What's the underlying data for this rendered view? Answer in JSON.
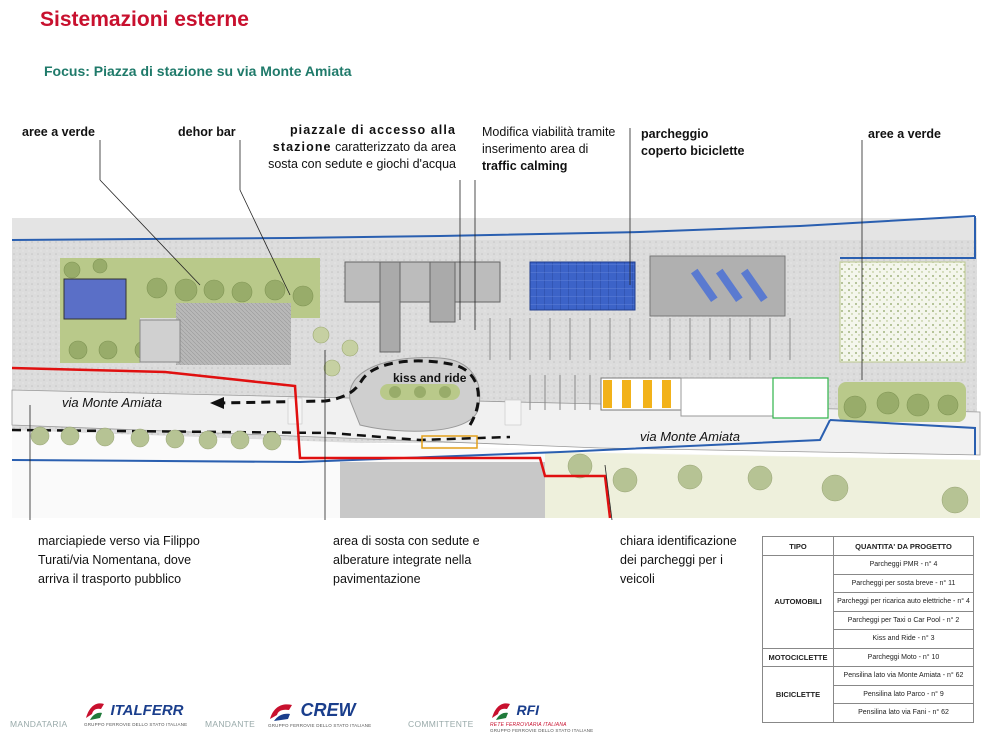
{
  "header": {
    "title": "Sistemazioni esterne",
    "subtitle": "Focus: Piazza di stazione su via Monte Amiata"
  },
  "annotations": {
    "aree_verde_left": "aree a verde",
    "dehor_bar": "dehor bar",
    "piazzale_bold": "piazzale di accesso alla stazione",
    "piazzale_text": "caratterizzato da area sosta con sedute e giochi d'acqua",
    "modifica_1": "Modifica viabilità tramite inserimento area di",
    "modifica_bold": "traffic calming",
    "parcheggio_coperto": "parcheggio coperto biciclette",
    "aree_verde_right": "aree a verde"
  },
  "plan_labels": {
    "road_left": "via Monte Amiata",
    "road_right": "via Monte Amiata",
    "kiss_and_ride": "kiss and ride"
  },
  "bottom_notes": {
    "marciapiede": "marciapiede verso via Filippo Turati/via Nomentana, dove arriva il trasporto pubblico",
    "area_sosta": "area di sosta con sedute e alberature integrate nella pavimentazione",
    "chiara": "chiara identificazione dei parcheggi per i veicoli"
  },
  "table": {
    "headers": [
      "TIPO",
      "QUANTITA' DA PROGETTO"
    ],
    "groups": [
      {
        "category": "AUTOMOBILI",
        "rows": [
          "Parcheggi PMR - n° 4",
          "Parcheggi per sosta breve - n° 11",
          "Parcheggi per ricarica auto elettriche - n° 4",
          "Parcheggi per Taxi o Car Pool - n° 2",
          "Kiss and Ride - n° 3"
        ]
      },
      {
        "category": "MOTOCICLETTE",
        "rows": [
          "Parcheggi Moto - n° 10"
        ]
      },
      {
        "category": "BICICLETTE",
        "rows": [
          "Pensilina lato via Monte Amiata - n° 62",
          "Pensilina lato Parco - n° 9",
          "Pensilina lato via Fani - n° 62"
        ]
      }
    ]
  },
  "footer": {
    "mandataria": "MANDATARIA",
    "mandante": "MANDANTE",
    "committente": "COMMITTENTE",
    "italferr": "ITALFERR",
    "italferr_sub": "GRUPPO FERROVIE DELLO STATO ITALIANE",
    "crew": "CREW",
    "crew_sub": "GRUPPO FERROVIE DELLO STATO ITALIANE",
    "rfi": "RFI",
    "rfi_line": "RETE FERROVIARIA ITALIANA",
    "rfi_sub": "GRUPPO FERROVIE DELLO STATO ITALIANE"
  },
  "colors": {
    "title": "#c8102e",
    "subtitle": "#1f7a6a",
    "boundary_blue": "#2a5fb0",
    "red_line": "#e01010",
    "green": "#b9c98a",
    "solar_blue": "#3c63c8"
  }
}
